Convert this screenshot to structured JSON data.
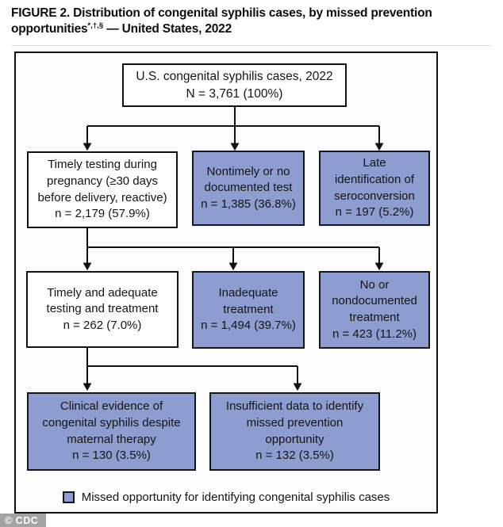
{
  "title": {
    "line1": "FIGURE 2. Distribution of congenital syphilis cases, by missed prevention",
    "line2_pre": "opportunities",
    "line2_sup": "*,†,§",
    "line2_post": " — United States, 2022"
  },
  "flowchart": {
    "root": {
      "lines": [
        "U.S. congenital syphilis cases, 2022",
        "N = 3,761 (100%)"
      ],
      "missed_opportunity": false
    },
    "row2": {
      "timely_testing": {
        "lines": [
          "Timely testing during",
          "pregnancy (≥30 days",
          "before delivery, reactive)",
          "n = 2,179 (57.9%)"
        ],
        "missed_opportunity": false
      },
      "nontimely_test": {
        "lines": [
          "Nontimely or no",
          "documented test",
          "n = 1,385 (36.8%)"
        ],
        "missed_opportunity": true
      },
      "late_seroconversion": {
        "lines": [
          "Late",
          "identification of",
          "seroconversion",
          "n = 197 (5.2%)"
        ],
        "missed_opportunity": true
      }
    },
    "row3": {
      "timely_adequate_treatment": {
        "lines": [
          "Timely and adequate",
          "testing and treatment",
          "n = 262 (7.0%)"
        ],
        "missed_opportunity": false
      },
      "inadequate_treatment": {
        "lines": [
          "Inadequate",
          "treatment",
          "n = 1,494 (39.7%)"
        ],
        "missed_opportunity": true
      },
      "no_treatment": {
        "lines": [
          "No or",
          "nondocumented",
          "treatment",
          "n = 423 (11.2%)"
        ],
        "missed_opportunity": true
      }
    },
    "row4": {
      "clinical_evidence": {
        "lines": [
          "Clinical evidence of",
          "congenital syphilis despite",
          "maternal therapy",
          "n = 130 (3.5%)"
        ],
        "missed_opportunity": true
      },
      "insufficient_data": {
        "lines": [
          "Insufficient data to identify",
          "missed prevention",
          "opportunity",
          "n = 132 (3.5%)"
        ],
        "missed_opportunity": true
      }
    }
  },
  "legend": {
    "label": "Missed opportunity for identifying congenital syphilis cases"
  },
  "watermark": "© CDC",
  "colors": {
    "missed_fill": "#8d9dd0",
    "box_border": "#111111"
  }
}
